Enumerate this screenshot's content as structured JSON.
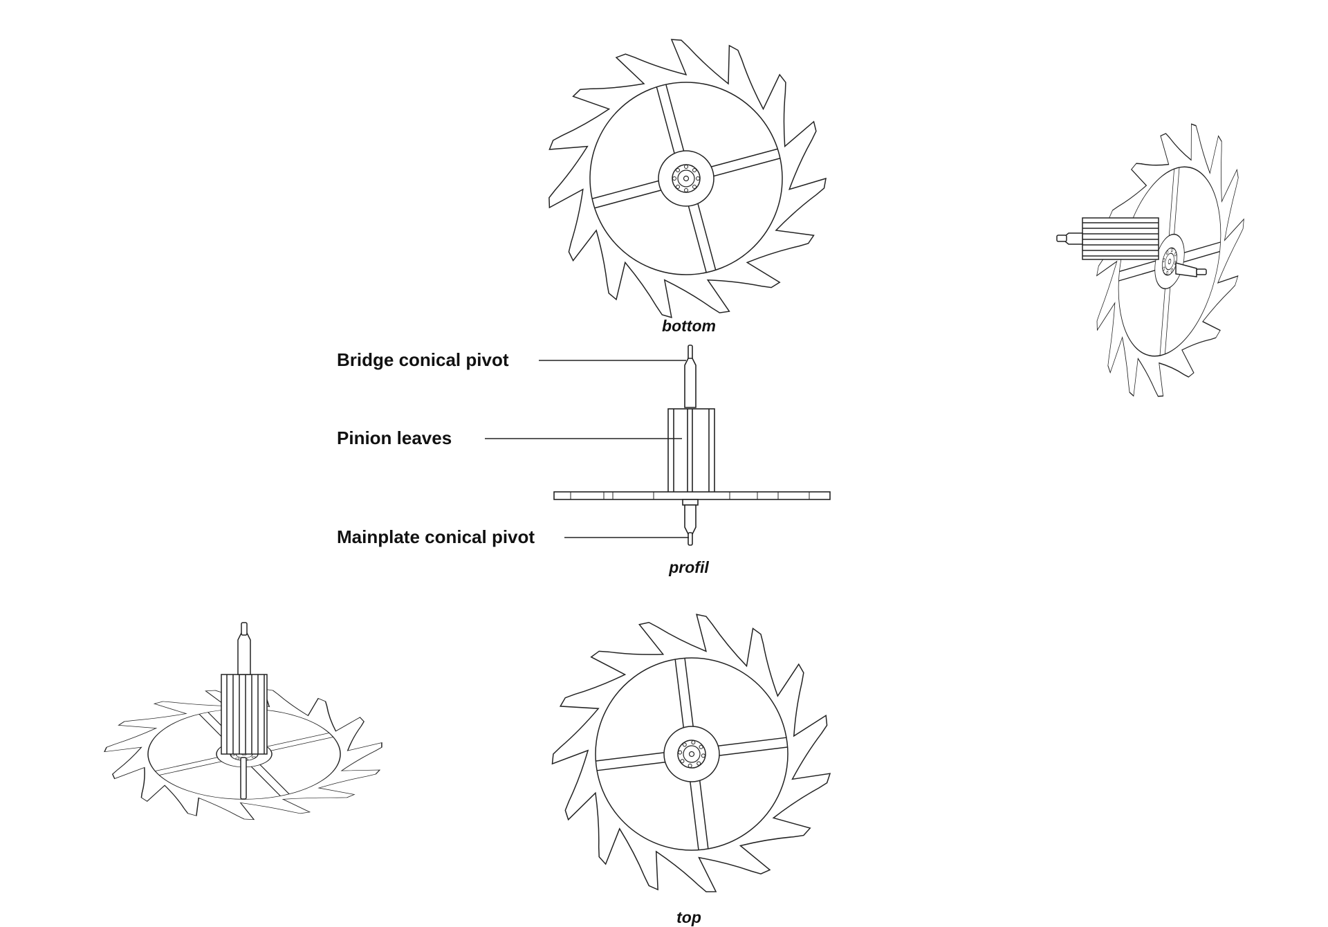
{
  "views": {
    "bottom": "bottom",
    "profile": "profil",
    "top": "top"
  },
  "callouts": [
    {
      "label": "Bridge conical pivot"
    },
    {
      "label": "Pinion leaves"
    },
    {
      "label": "Mainplate conical pivot"
    }
  ],
  "wheel": {
    "teeth": 15,
    "spokes": 4
  },
  "colors": {
    "line": "#222222",
    "background": "#ffffff"
  }
}
